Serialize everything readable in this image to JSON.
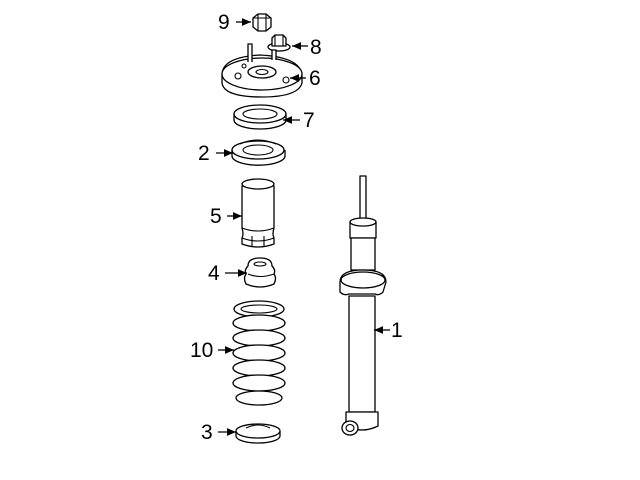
{
  "diagram": {
    "title": "Shock absorber and coil spring assembly",
    "callouts": [
      {
        "id": "9",
        "label": "9"
      },
      {
        "id": "8",
        "label": "8"
      },
      {
        "id": "6",
        "label": "6"
      },
      {
        "id": "7",
        "label": "7"
      },
      {
        "id": "2",
        "label": "2"
      },
      {
        "id": "5",
        "label": "5"
      },
      {
        "id": "4",
        "label": "4"
      },
      {
        "id": "10",
        "label": "10"
      },
      {
        "id": "3",
        "label": "3"
      },
      {
        "id": "1",
        "label": "1"
      }
    ]
  }
}
